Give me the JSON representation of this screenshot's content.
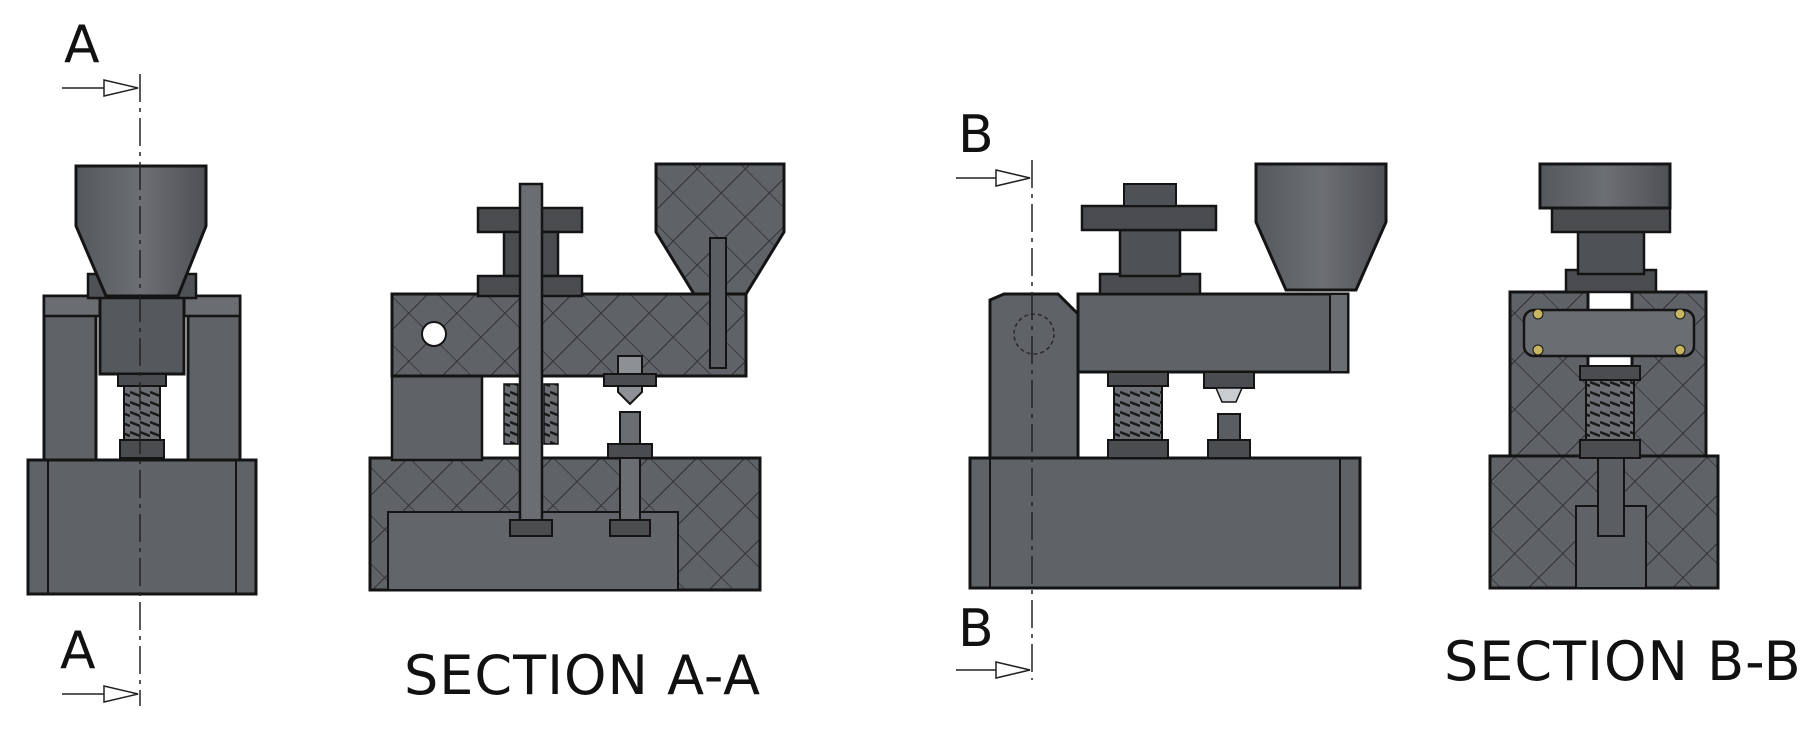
{
  "labels": {
    "cut_a_top": "A",
    "cut_a_bottom": "A",
    "cut_b_top": "B",
    "cut_b_bottom": "B",
    "section_a_title": "SECTION A-A",
    "section_b_title": "SECTION B-B"
  },
  "colors": {
    "body": "#5f6266",
    "body_dark": "#4a4c50",
    "hatch": "#3a3c40",
    "outline": "#141414",
    "cut_line": "#222222"
  }
}
